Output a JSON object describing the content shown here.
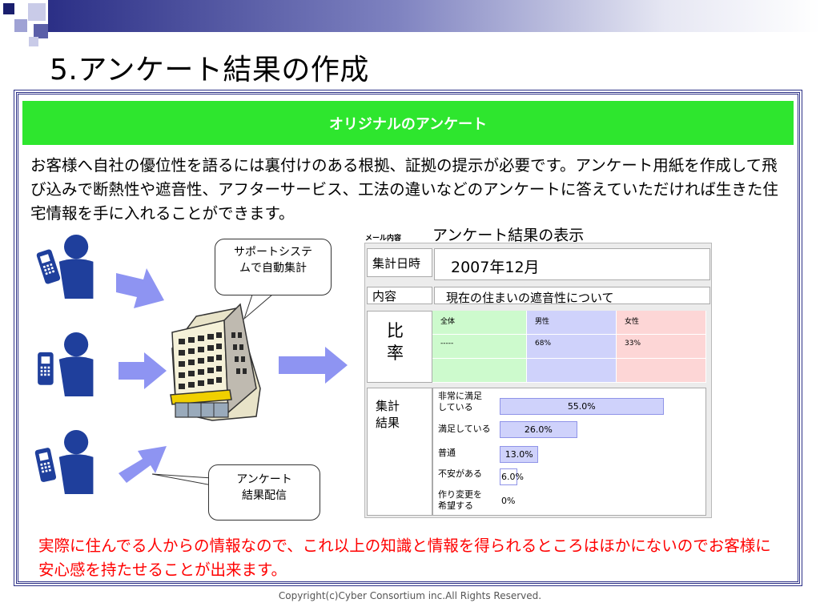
{
  "slide": {
    "title": "5.アンケート結果の作成",
    "banner": "オリジナルのアンケート",
    "intro": "お客様へ自社の優位性を語るには裏付けのある根拠、証拠の提示が必要です。アンケート用紙を作成して飛び込みで断熱性や遮音性、アフターサービス、工法の違いなどのアンケートに答えていただければ生きた住宅情報を手に入れることができます。",
    "result_heading": "アンケート結果の表示",
    "closing": "実際に住んでる人からの情報なので、これ以上の知識と情報を得られるところはほかにないのでお客様に安心感を持たせることが出来ます。",
    "copyright": "Copyright(c)Cyber Consortium inc.All Rights Reserved."
  },
  "diagram": {
    "callout_top": "サポートシステ\nムで自動集計",
    "callout_bottom": "アンケート\n結果配信",
    "icons": [
      "person-phone-icon",
      "office-building-icon",
      "arrow-right-icon"
    ],
    "colors": {
      "person": "#1f3f9c",
      "arrow": "#8e94f2",
      "phone_screen": "#ffffff"
    }
  },
  "survey_form": {
    "header": "メール内容",
    "date_label": "集計日時",
    "date_value": "2007年12月",
    "content_label": "内容",
    "content_value": "現在の住まいの遮音性について",
    "ratio_label": "比\n率",
    "ratio_headers": [
      "全体",
      "男性",
      "女性"
    ],
    "ratio_values": [
      "-----",
      "68%",
      "33%"
    ],
    "results_label": "集計\n結果",
    "results": [
      {
        "label": "非常に満足\nしている",
        "percent": 55.0,
        "display": "55.0%"
      },
      {
        "label": "満足している",
        "percent": 26.0,
        "display": "26.0%"
      },
      {
        "label": "普通",
        "percent": 13.0,
        "display": "13.0%"
      },
      {
        "label": "不安がある",
        "percent": 6.0,
        "display": "6.0%"
      },
      {
        "label": "作り変更を\n希望する",
        "percent": 0,
        "display": "0%"
      }
    ],
    "colors": {
      "ratio_all": "#cdfacd",
      "ratio_male": "#cfd2fb",
      "ratio_female": "#fdd6d6",
      "bar": "#cfd2fb"
    }
  },
  "theme": {
    "title_bar": "#2b2f86",
    "banner": "#2ee62e",
    "closing_text": "#ff0000"
  }
}
